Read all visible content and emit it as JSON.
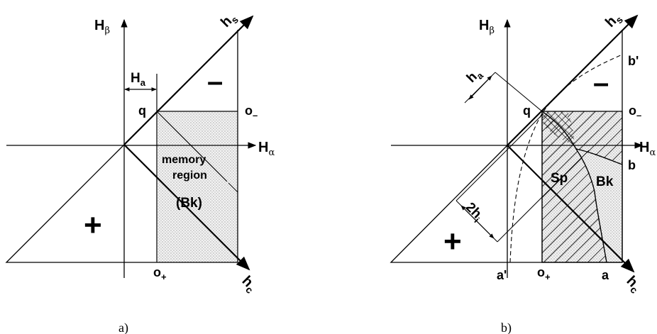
{
  "diagram_a": {
    "caption": "a)",
    "axis_h_beta": "H",
    "axis_h_beta_sub": "β",
    "axis_h_alpha": "H",
    "axis_h_alpha_sub": "α",
    "axis_hs": "h",
    "axis_hs_sub": "s",
    "axis_hc": "h",
    "axis_hc_sub": "c",
    "dim_ha": "H",
    "dim_ha_sub": "a",
    "point_q": "q",
    "point_o_minus": "o",
    "point_o_minus_sub": "–",
    "point_o_plus": "o",
    "point_o_plus_sub": "+",
    "sign_minus": "–",
    "sign_plus": "+",
    "region_line1": "memory",
    "region_line2": "region",
    "region_line3": "(Bk)"
  },
  "diagram_b": {
    "caption": "b)",
    "axis_h_beta": "H",
    "axis_h_beta_sub": "β",
    "axis_h_alpha": "H",
    "axis_h_alpha_sub": "α",
    "axis_hs": "h",
    "axis_hs_sub": "s",
    "axis_hc": "h",
    "axis_hc_sub": "c",
    "dim_ha": "h",
    "dim_ha_sub": "a",
    "dim_2hi": "2h",
    "dim_2hi_sub": "i",
    "point_q": "q",
    "point_o_minus": "o",
    "point_o_minus_sub": "–",
    "point_o_plus": "o",
    "point_o_plus_sub": "+",
    "point_a": "a",
    "point_a_prime": "a'",
    "point_b": "b",
    "point_b_prime": "b'",
    "sign_minus": "–",
    "sign_plus": "+",
    "region_sp": "Sp",
    "region_bk": "Bk"
  }
}
